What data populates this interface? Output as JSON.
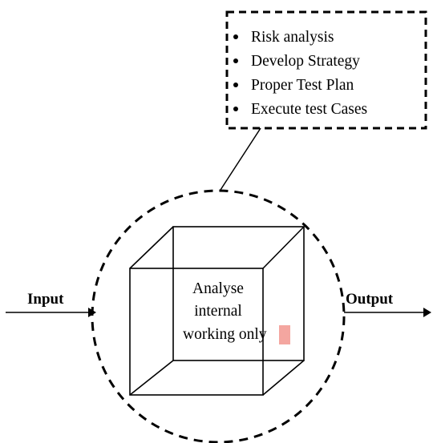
{
  "callout": {
    "items": [
      "Risk analysis",
      "Develop Strategy",
      "Proper Test Plan",
      "Execute test Cases"
    ]
  },
  "input_label": "Input",
  "output_label": "Output",
  "center_text": {
    "line1": "Analyse",
    "line2": "internal",
    "line3_main": "working onl",
    "line3_highlight": "y"
  },
  "colors": {
    "stroke": "#000000",
    "highlight": "#f4a6a0",
    "background": "#ffffff"
  }
}
